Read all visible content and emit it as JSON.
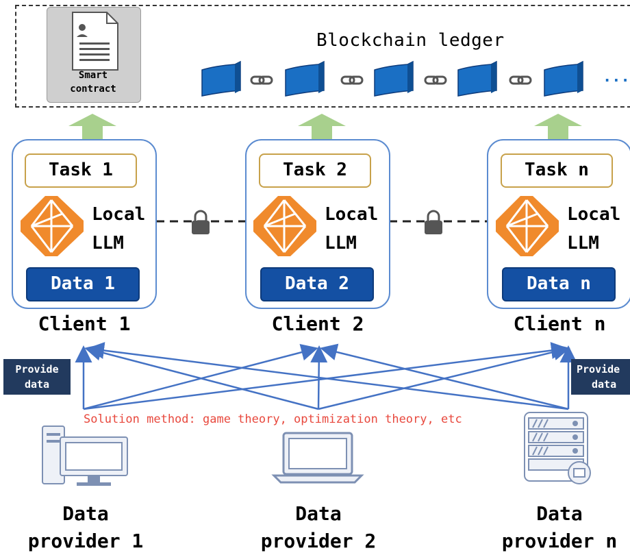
{
  "ledger": {
    "title": "Blockchain ledger",
    "more": "...",
    "contract_label_1": "Smart",
    "contract_label_2": "contract"
  },
  "clients": [
    {
      "task": "Task 1",
      "llm_1": "Local",
      "llm_2": "LLM",
      "data": "Data 1",
      "name": "Client 1"
    },
    {
      "task": "Task 2",
      "llm_1": "Local",
      "llm_2": "LLM",
      "data": "Data 2",
      "name": "Client 2"
    },
    {
      "task": "Task n",
      "llm_1": "Local",
      "llm_2": "LLM",
      "data": "Data n",
      "name": "Client n"
    }
  ],
  "provide_label": {
    "line1": "Provide",
    "line2": "data",
    "line1_right": "Provide",
    "line2_right": "data"
  },
  "solution_text": "Solution method: game theory, optimization theory, etc",
  "providers": [
    {
      "line1": "Data",
      "line2": "provider 1"
    },
    {
      "line1": "Data",
      "line2": "provider 2"
    },
    {
      "line1": "Data",
      "line2": "provider n"
    }
  ],
  "colors": {
    "block": "#1a6fc4",
    "arrow_up": "#a8d08d",
    "client_border": "#5b8bd0",
    "task_border": "#c7a14a",
    "data_fill": "#1450a3",
    "llm_icon": "#f08a2c",
    "line": "#4472c4",
    "solution_text": "#e8483d"
  }
}
